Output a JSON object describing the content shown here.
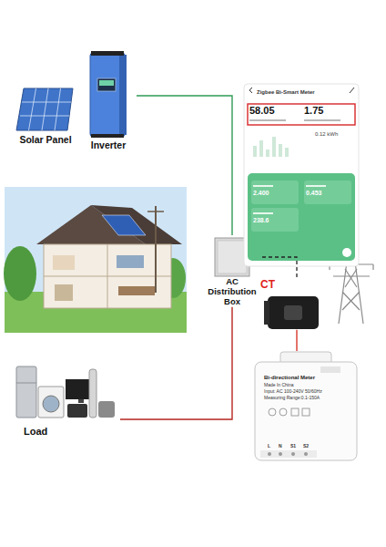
{
  "diagram": {
    "nodes": [
      {
        "text": [
          "Solar Panel"
        ]
      },
      {
        "text": [
          "Inverter"
        ]
      },
      {
        "text": [
          "AC Distribution Box"
        ]
      },
      {
        "text": [
          "Load"
        ]
      },
      {
        "text": [
          "Zigbee Bi-Smart Meter",
          "58.05",
          "1.75",
          "0.12 kWh",
          "2.400",
          "0.453",
          "238.6"
        ]
      },
      {
        "text": [
          "Bi-directional Meter",
          "Made In China",
          "Input: AC 100-240V 50/60Hz",
          "Measuring Range:0.1-150A",
          "L",
          "N",
          "S1",
          "S2"
        ]
      },
      {
        "text": [
          "CT"
        ]
      }
    ],
    "edges": [
      {
        "from": 1,
        "to": 2,
        "arrow": "none"
      },
      {
        "from": 2,
        "to": 3,
        "arrow": "none"
      },
      {
        "from": 2,
        "to": 6,
        "arrow": "none"
      },
      {
        "from": 6,
        "to": 5,
        "arrow": "none"
      }
    ]
  }
}
